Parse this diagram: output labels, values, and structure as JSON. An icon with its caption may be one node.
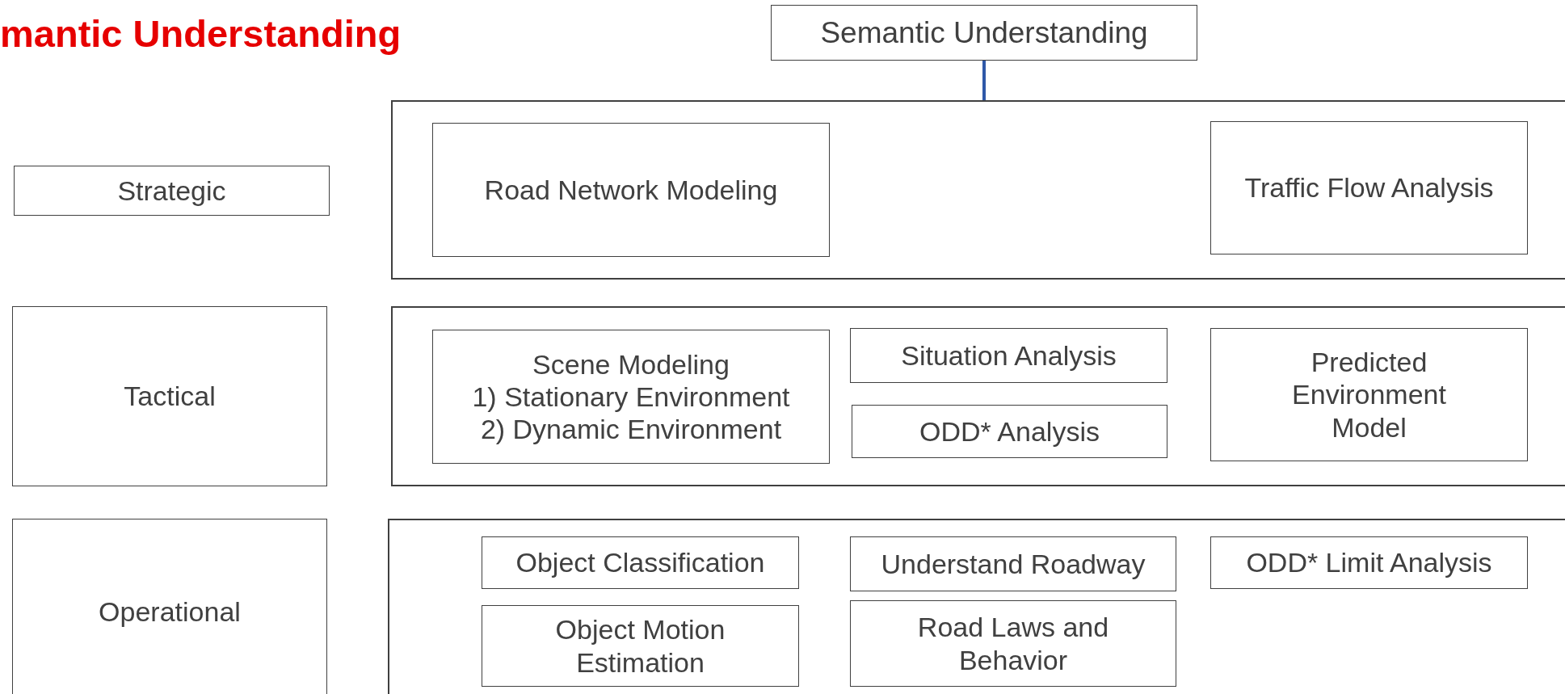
{
  "diagram": {
    "title": "mantic Understanding",
    "nodes": [
      {
        "text": [
          "Semantic  Understanding"
        ]
      },
      {
        "text": [
          "Strategic"
        ]
      },
      {
        "text": [],
        "shape": "box"
      },
      {
        "text": [
          "Road Network Modeling"
        ],
        "in": 2
      },
      {
        "text": [
          "Traffic Flow Analysis"
        ],
        "in": 2
      },
      {
        "text": [
          "Tactical"
        ]
      },
      {
        "text": [],
        "shape": "box"
      },
      {
        "text": [
          "Scene Modeling",
          "1) Stationary Environment",
          "2) Dynamic Environment"
        ],
        "in": 6
      },
      {
        "text": [
          "Situation Analysis"
        ],
        "in": 6
      },
      {
        "text": [
          "ODD* Analysis"
        ],
        "in": 6
      },
      {
        "text": [
          "Predicted Environment Model"
        ],
        "in": 6
      },
      {
        "text": [
          "Operational"
        ]
      },
      {
        "text": [],
        "shape": "box"
      },
      {
        "text": [
          "Object Classification"
        ],
        "in": 12
      },
      {
        "text": [
          "Object Motion Estimation"
        ],
        "in": 12
      },
      {
        "text": [
          "Understand Roadway"
        ],
        "in": 12
      },
      {
        "text": [
          "Road Laws and Behavior"
        ],
        "in": 12
      },
      {
        "text": [
          "ODD* Limit Analysis"
        ],
        "in": 12
      }
    ],
    "edges": [
      {
        "from": 0,
        "to": 2,
        "arrow": "none",
        "color": "#2f58a8"
      }
    ]
  }
}
